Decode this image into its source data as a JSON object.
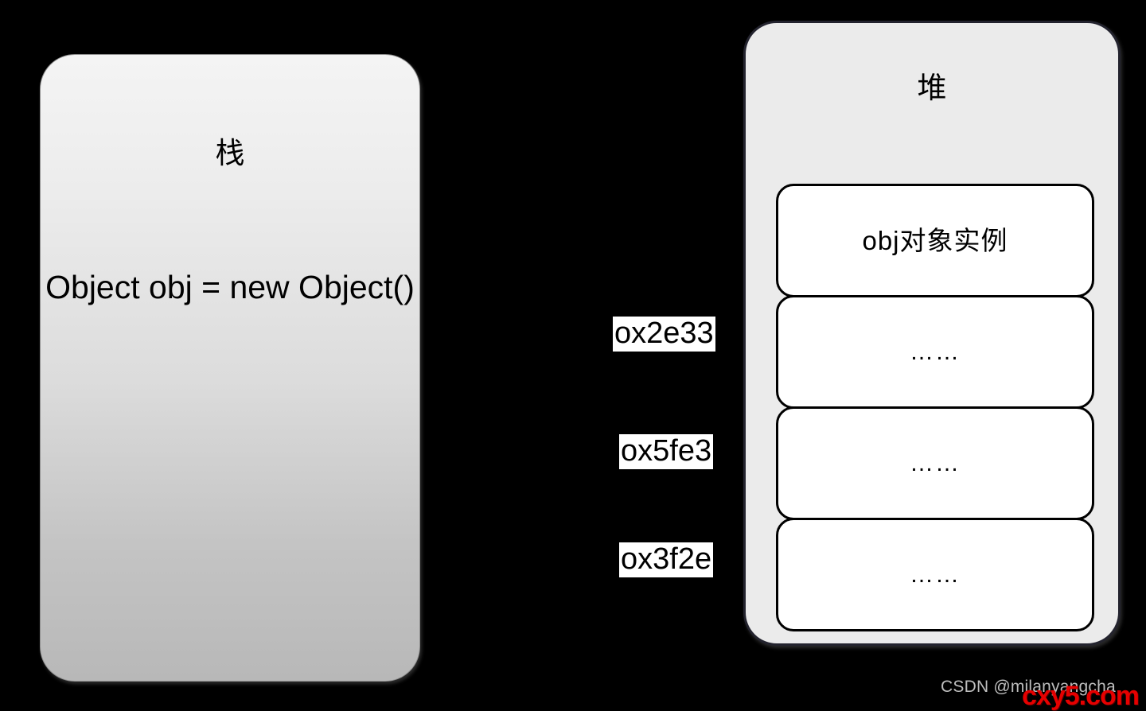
{
  "diagram": {
    "background_color": "#000000",
    "stack": {
      "title": "栈",
      "code": "Object obj = new Object()",
      "fill_top_color": "#f4f4f4",
      "fill_bottom_color": "#b8b8b8",
      "border_color": "#8f8f8f"
    },
    "heap": {
      "title": "堆",
      "fill_color": "#ebebeb",
      "border_color": "#23232e",
      "slots": [
        {
          "label": "obj对象实例"
        },
        {
          "label": "……"
        },
        {
          "label": "……"
        },
        {
          "label": "……"
        }
      ]
    },
    "addresses": [
      {
        "value": "ox2e33"
      },
      {
        "value": "ox5fe3"
      },
      {
        "value": "ox3f2e"
      }
    ],
    "watermarks": {
      "csdn": "CSDN @milanyangcha",
      "site": "cxy5.com",
      "site_color": "#e60000"
    }
  }
}
